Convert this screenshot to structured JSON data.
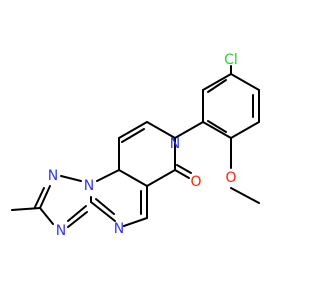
{
  "molecule": {
    "atoms": {
      "cl": {
        "label": "Cl",
        "color": "#33cc33"
      },
      "n_amide": {
        "label": "N",
        "color": "#3333ff"
      },
      "o_carbonyl": {
        "label": "O",
        "color": "#ff2200"
      },
      "o_methoxy": {
        "label": "O",
        "color": "#ff2200"
      },
      "n_bridge": {
        "label": "N",
        "color": "#3333ff"
      },
      "n_triazole_top": {
        "label": "N",
        "color": "#3333ff"
      },
      "n_triazole_bottom": {
        "label": "N",
        "color": "#3333ff"
      },
      "n_pyrimidine": {
        "label": "N",
        "color": "#3333ff"
      }
    },
    "bond_color": "#000000"
  }
}
